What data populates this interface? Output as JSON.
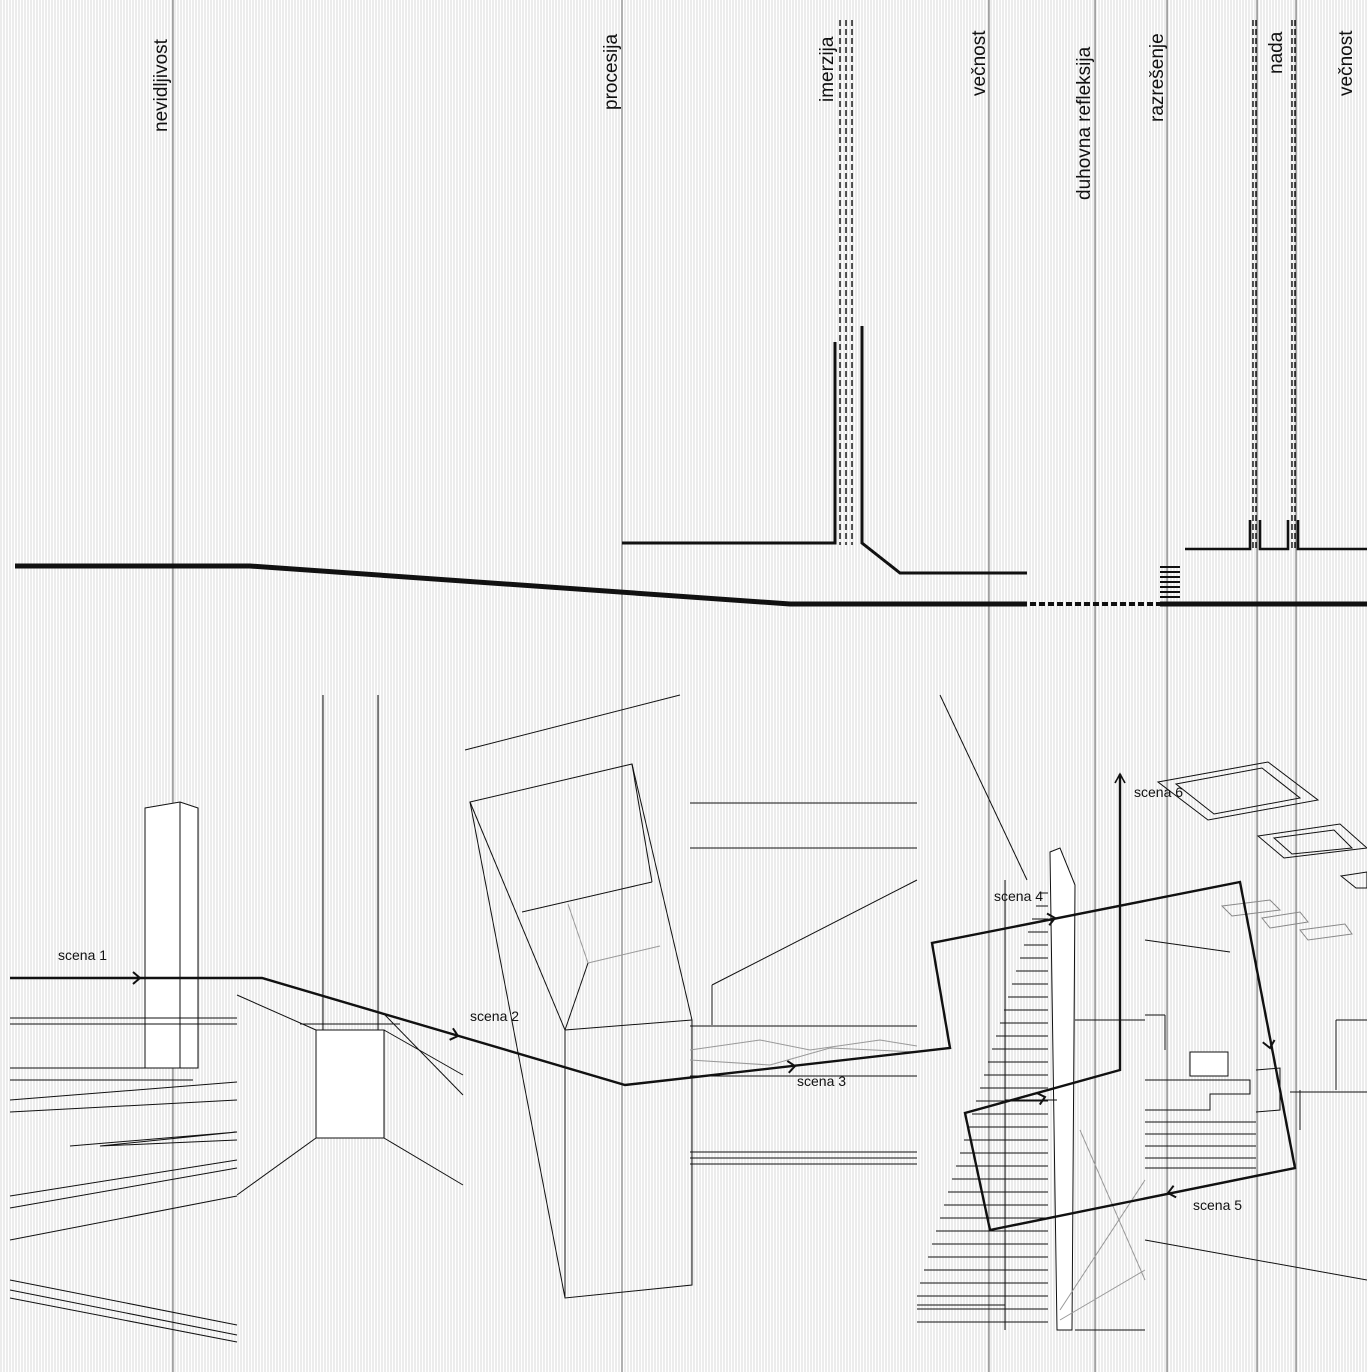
{
  "concepts": [
    {
      "label": "nevidljivost"
    },
    {
      "label": "procesija"
    },
    {
      "label": "imerzija"
    },
    {
      "label": "večnost"
    },
    {
      "label": "duhovna refleksija"
    },
    {
      "label": "razrešenje"
    },
    {
      "label": "nada"
    },
    {
      "label": "večnost"
    }
  ],
  "scenes": [
    {
      "label": "scena 1"
    },
    {
      "label": "scena 2"
    },
    {
      "label": "scena 3"
    },
    {
      "label": "scena 4"
    },
    {
      "label": "scena 5"
    },
    {
      "label": "scena 6"
    }
  ],
  "colors": {
    "ink": "#111111",
    "hatch": "#c8c8c8",
    "grey": "#9a9a9a",
    "background": "#ffffff"
  }
}
